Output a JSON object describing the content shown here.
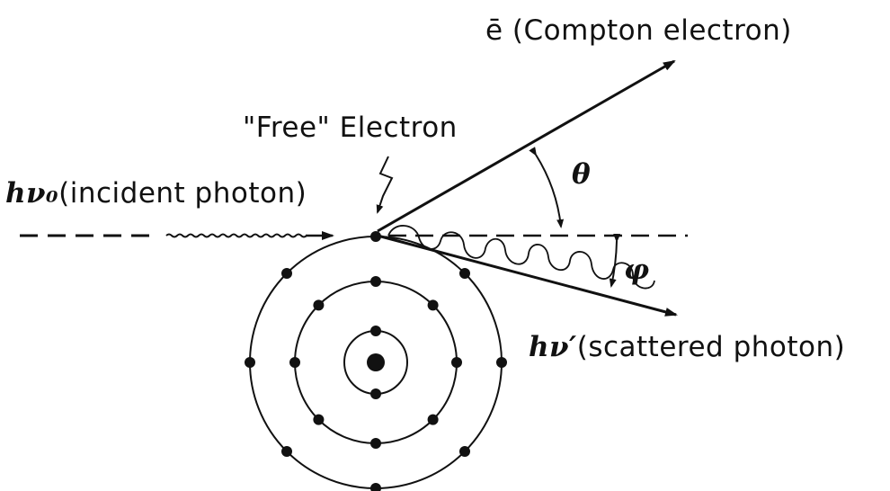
{
  "labels": {
    "electron_label": "ē (Compton electron)",
    "free_electron": "\"Free\" Electron",
    "incident_symbol": "hν₀",
    "incident_text": "(incident photon)",
    "scattered_symbol": "hν′",
    "scattered_text": "(scattered photon)",
    "theta": "θ",
    "phi": "φ"
  },
  "colors": {
    "ink": "#111111",
    "background": "#ffffff"
  },
  "atom": {
    "shells": [
      {
        "electrons": 2
      },
      {
        "electrons": 8
      },
      {
        "electrons": 8
      }
    ]
  }
}
